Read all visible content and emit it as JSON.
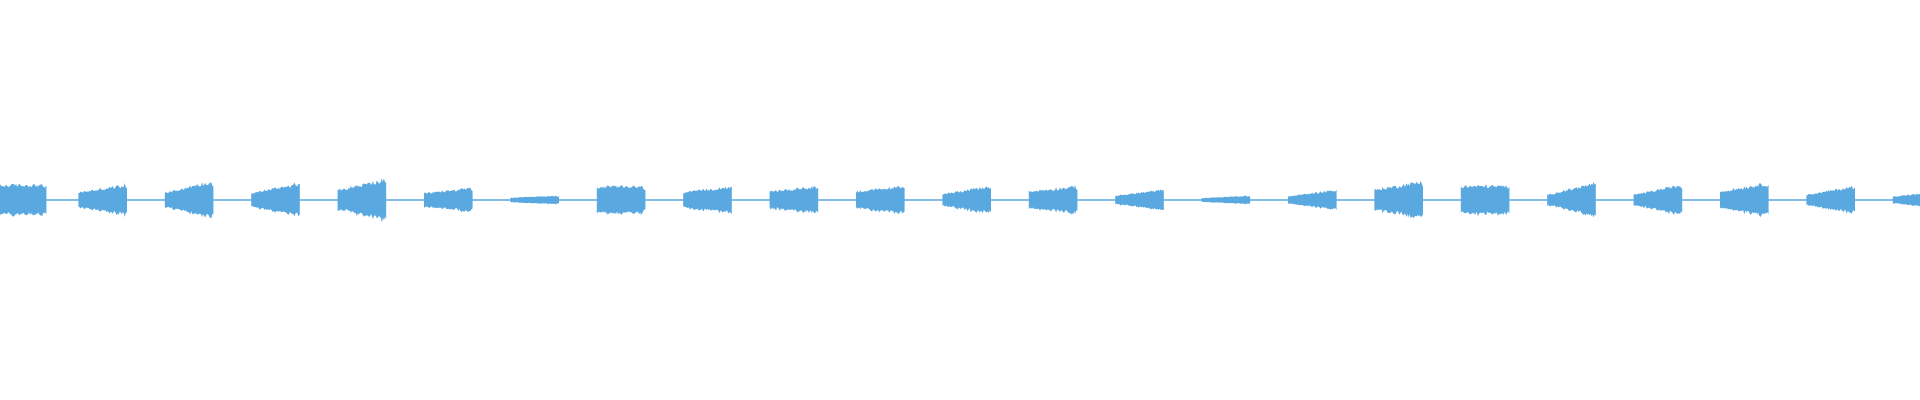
{
  "waveform": {
    "color": "#5aa8e0",
    "bursts": [
      {
        "start": 0.0,
        "end": 0.024,
        "min_amp": 0.32,
        "max_amp": 0.45,
        "shape": "flat"
      },
      {
        "start": 0.041,
        "end": 0.066,
        "min_amp": 0.22,
        "max_amp": 0.45,
        "shape": "rise"
      },
      {
        "start": 0.086,
        "end": 0.111,
        "min_amp": 0.22,
        "max_amp": 0.55,
        "shape": "rise"
      },
      {
        "start": 0.131,
        "end": 0.156,
        "min_amp": 0.2,
        "max_amp": 0.5,
        "shape": "rise"
      },
      {
        "start": 0.176,
        "end": 0.201,
        "min_amp": 0.3,
        "max_amp": 0.6,
        "shape": "rise"
      },
      {
        "start": 0.221,
        "end": 0.246,
        "min_amp": 0.2,
        "max_amp": 0.35,
        "shape": "rise"
      },
      {
        "start": 0.266,
        "end": 0.291,
        "min_amp": 0.06,
        "max_amp": 0.12,
        "shape": "rise"
      },
      {
        "start": 0.311,
        "end": 0.336,
        "min_amp": 0.3,
        "max_amp": 0.4,
        "shape": "flat"
      },
      {
        "start": 0.356,
        "end": 0.381,
        "min_amp": 0.22,
        "max_amp": 0.4,
        "shape": "rise"
      },
      {
        "start": 0.401,
        "end": 0.426,
        "min_amp": 0.25,
        "max_amp": 0.4,
        "shape": "rise"
      },
      {
        "start": 0.446,
        "end": 0.471,
        "min_amp": 0.25,
        "max_amp": 0.4,
        "shape": "rise"
      },
      {
        "start": 0.491,
        "end": 0.516,
        "min_amp": 0.18,
        "max_amp": 0.4,
        "shape": "rise"
      },
      {
        "start": 0.536,
        "end": 0.561,
        "min_amp": 0.25,
        "max_amp": 0.4,
        "shape": "rise"
      },
      {
        "start": 0.581,
        "end": 0.606,
        "min_amp": 0.12,
        "max_amp": 0.3,
        "shape": "rise"
      },
      {
        "start": 0.626,
        "end": 0.651,
        "min_amp": 0.05,
        "max_amp": 0.12,
        "shape": "rise"
      },
      {
        "start": 0.671,
        "end": 0.696,
        "min_amp": 0.1,
        "max_amp": 0.3,
        "shape": "rise"
      },
      {
        "start": 0.716,
        "end": 0.741,
        "min_amp": 0.3,
        "max_amp": 0.55,
        "shape": "rise"
      },
      {
        "start": 0.761,
        "end": 0.786,
        "min_amp": 0.3,
        "max_amp": 0.42,
        "shape": "flat"
      },
      {
        "start": 0.806,
        "end": 0.831,
        "min_amp": 0.15,
        "max_amp": 0.5,
        "shape": "rise"
      },
      {
        "start": 0.851,
        "end": 0.876,
        "min_amp": 0.15,
        "max_amp": 0.45,
        "shape": "rise"
      },
      {
        "start": 0.896,
        "end": 0.921,
        "min_amp": 0.25,
        "max_amp": 0.5,
        "shape": "rise"
      },
      {
        "start": 0.941,
        "end": 0.966,
        "min_amp": 0.15,
        "max_amp": 0.4,
        "shape": "rise"
      },
      {
        "start": 0.986,
        "end": 1.0,
        "min_amp": 0.1,
        "max_amp": 0.18,
        "shape": "rise"
      }
    ]
  }
}
